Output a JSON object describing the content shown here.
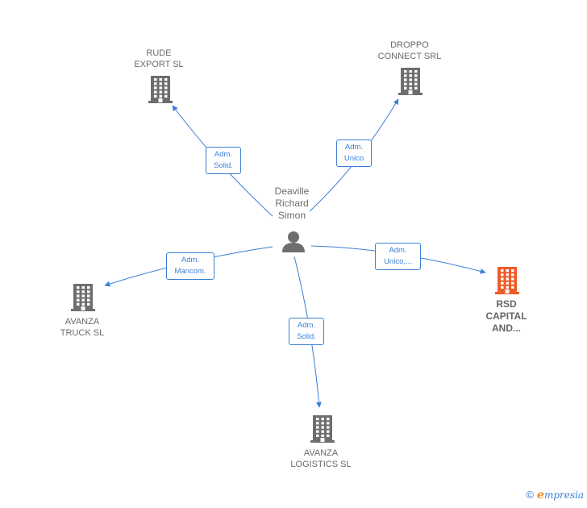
{
  "person": {
    "name": "Deaville\nRichard\nSimon",
    "icon": "person-icon"
  },
  "companies": [
    {
      "id": "rude",
      "name": "RUDE\nEXPORT SL",
      "icon": "building-icon",
      "color": "#6e6e6e"
    },
    {
      "id": "droppo",
      "name": "DROPPO\nCONNECT SRL",
      "icon": "building-icon",
      "color": "#6e6e6e"
    },
    {
      "id": "avanza_truck",
      "name": "AVANZA\nTRUCK  SL",
      "icon": "building-icon",
      "color": "#6e6e6e"
    },
    {
      "id": "rsd",
      "name": "RSD\nCAPITAL\nAND...",
      "icon": "building-icon",
      "color": "#f05a28"
    },
    {
      "id": "avanza_logistics",
      "name": "AVANZA\nLOGISTICS SL",
      "icon": "building-icon",
      "color": "#6e6e6e"
    }
  ],
  "edges": [
    {
      "to": "rude",
      "label": "Adm.\nSolid."
    },
    {
      "to": "droppo",
      "label": "Adm.\nUnico"
    },
    {
      "to": "avanza_truck",
      "label": "Adm.\nMancom."
    },
    {
      "to": "rsd",
      "label": "Adm.\nUnico,..."
    },
    {
      "to": "avanza_logistics",
      "label": "Adm.\nSolid."
    }
  ],
  "colors": {
    "edge": "#3a7fd5",
    "icon": "#6e6e6e",
    "highlight": "#f05a28"
  },
  "footer": {
    "copyright": "©",
    "brand_initial": "e",
    "brand_rest": "mpresia"
  }
}
